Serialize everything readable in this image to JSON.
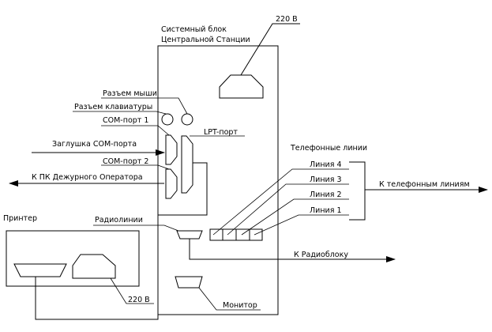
{
  "unit": {
    "title_line1": "Системный блок",
    "title_line2": "Центральной Станции",
    "power_label": "220 В"
  },
  "ports": {
    "mouse": "Разъем мыши",
    "keyboard": "Разъем клавиатуры",
    "com1": "COM-порт 1",
    "com2": "COM-порт 2",
    "lpt": "LPT-порт",
    "com_plug": "Заглушка COM-порта",
    "radio_lines": "Радиолинии",
    "monitor": "Монитор"
  },
  "external": {
    "to_operator_pc": "К ПК Дежурного Оператора",
    "to_phone_lines": "К телефонным линиям",
    "to_radio_unit": "К Радиоблоку"
  },
  "phone": {
    "group_label": "Телефонные линии",
    "lines": [
      "Линия 4",
      "Линия 3",
      "Линия 2",
      "Линия 1"
    ]
  },
  "printer": {
    "label": "Принтер",
    "power_label": "220 В"
  }
}
